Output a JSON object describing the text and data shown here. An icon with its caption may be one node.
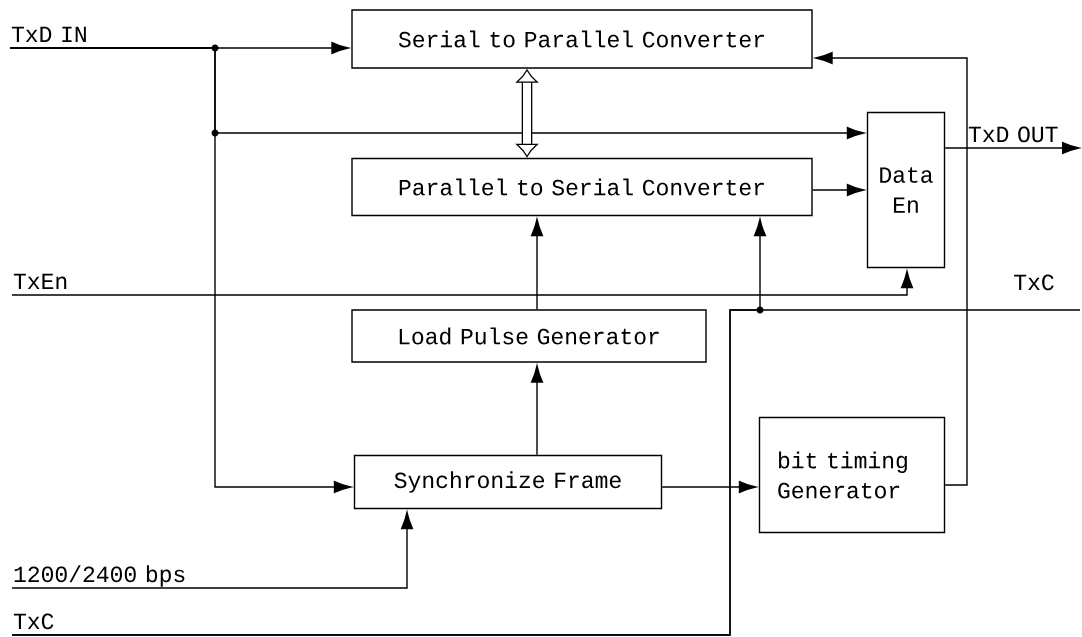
{
  "diagram": {
    "nodes": [
      {
        "text": [
          "TxD IN"
        ]
      },
      {
        "text": [
          "Serial to Parallel Converter"
        ]
      },
      {
        "text": [
          "TxD OUT"
        ]
      },
      {
        "text": [
          "Data En"
        ]
      },
      {
        "text": [
          "Parallel to Serial Converter"
        ]
      },
      {
        "text": [
          "TxEn"
        ]
      },
      {
        "text": [
          "TxC"
        ]
      },
      {
        "text": [
          "Load Pulse Generator"
        ]
      },
      {
        "text": [
          "bit timing Generator"
        ]
      },
      {
        "text": [
          "Synchronize Frame"
        ]
      },
      {
        "text": [
          "1200/2400 bps"
        ]
      },
      {
        "text": [
          "TxC"
        ]
      }
    ],
    "edges": [
      {
        "from": 0,
        "to": 1,
        "arrow": "to"
      },
      {
        "from": 0,
        "to": 3,
        "arrow": "to"
      },
      {
        "from": 0,
        "to": 9,
        "arrow": "to"
      },
      {
        "from": 1,
        "to": 4,
        "arrow": "both",
        "style": "thick"
      },
      {
        "from": 4,
        "to": 3,
        "arrow": "to"
      },
      {
        "from": 3,
        "to": 2,
        "arrow": "to"
      },
      {
        "from": 5,
        "to": 3,
        "arrow": "to"
      },
      {
        "from": 7,
        "to": 4,
        "arrow": "to"
      },
      {
        "from": 9,
        "to": 7,
        "arrow": "to"
      },
      {
        "from": 9,
        "to": 8,
        "arrow": "to"
      },
      {
        "from": 10,
        "to": 9,
        "arrow": "to"
      },
      {
        "from": 11,
        "to": 4,
        "arrow": "to"
      },
      {
        "from": 11,
        "to": 6,
        "arrow": "none"
      },
      {
        "from": 8,
        "to": 1,
        "arrow": "to"
      }
    ]
  }
}
